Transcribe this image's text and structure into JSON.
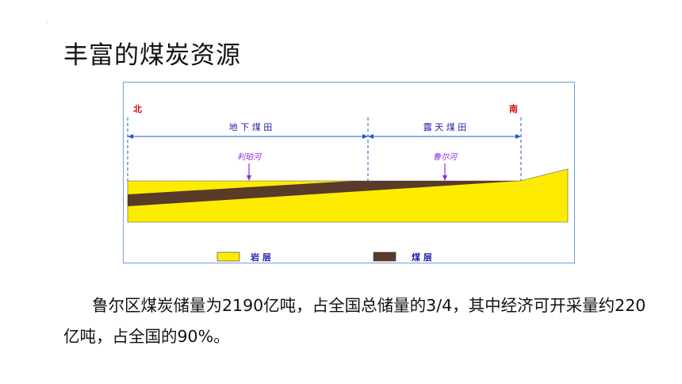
{
  "page": {
    "corner_mark": ".",
    "title": "丰富的煤炭资源",
    "paragraph": "鲁尔区煤炭储量为2190亿吨，占全国总储量的3/4，其中经济可开采量约220亿吨，占全国的90%。"
  },
  "diagram": {
    "north_label": "北",
    "south_label": "南",
    "section_underground": "地 下 煤 田",
    "section_opencast": "露 天 煤 田",
    "river_1": "利珀河",
    "river_2": "鲁尔河",
    "legend_rock": "岩 层",
    "legend_coal": "煤 层",
    "colors": {
      "rock": "#fdec00",
      "coal": "#5a3a28",
      "label_red": "#cc1111",
      "label_blue": "#2222aa",
      "river_purple": "#8a2be2",
      "frame": "#6fa0d8"
    }
  }
}
